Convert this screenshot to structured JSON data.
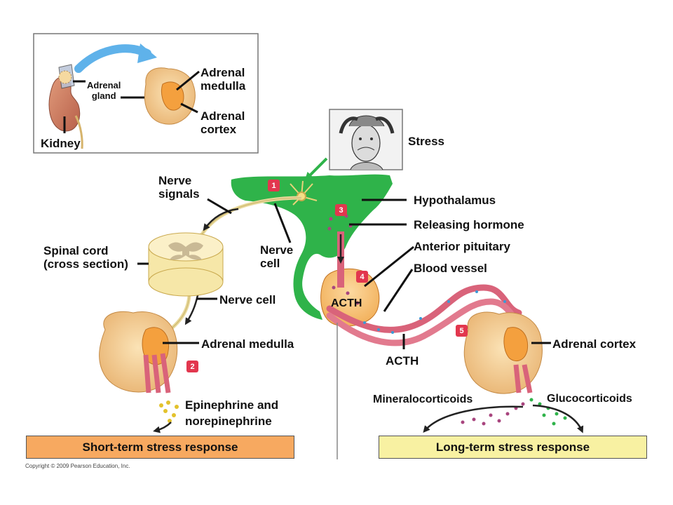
{
  "inset": {
    "adrenal_medulla": "Adrenal\nmedulla",
    "adrenal_cortex": "Adrenal\ncortex",
    "adrenal_gland": "Adrenal\ngland",
    "kidney": "Kidney"
  },
  "labels": {
    "stress": "Stress",
    "nerve_signals": "Nerve\nsignals",
    "hypothalamus": "Hypothalamus",
    "releasing_hormone": "Releasing hormone",
    "anterior_pituitary": "Anterior pituitary",
    "blood_vessel": "Blood vessel",
    "spinal_cord": "Spinal cord\n(cross section)",
    "nerve_cell_upper": "Nerve\ncell",
    "nerve_cell_lower": "Nerve cell",
    "acth_pituitary": "ACTH",
    "acth_vessel": "ACTH",
    "adrenal_medulla": "Adrenal medulla",
    "adrenal_cortex": "Adrenal cortex",
    "mineralocorticoids": "Mineralocorticoids",
    "glucocorticoids": "Glucocorticoids",
    "epinephrine": "Epinephrine and\nnorepinephrine"
  },
  "steps": [
    "1",
    "2",
    "3",
    "4",
    "5"
  ],
  "responses": {
    "short_term": "Short-term stress response",
    "long_term": "Long-term stress response"
  },
  "copyright": "Copyright © 2009 Pearson Education, Inc.",
  "colors": {
    "hypothalamus": "#2fb34a",
    "short_term_box": "#f7a960",
    "long_term_box": "#f8f1a2",
    "step_badge": "#e2374e",
    "adrenal_tissue": "#f5cf93",
    "nerve": "#e8d89a",
    "blood_vessel": "#d9637a"
  }
}
